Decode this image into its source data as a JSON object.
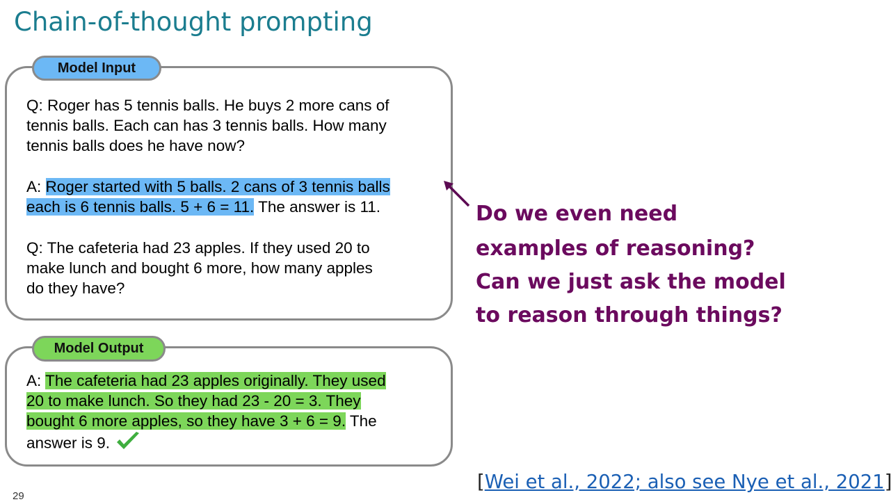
{
  "slide": {
    "title": "Chain-of-thought prompting",
    "page_number": "29"
  },
  "model_input": {
    "label": "Model Input",
    "q1_lines": [
      "Q: Roger has 5 tennis balls. He buys 2 more cans of",
      "tennis balls. Each can has 3 tennis balls. How many",
      "tennis balls does he have now?"
    ],
    "a1_prefix": "A: ",
    "a1_highlight_line1": "Roger started with 5 balls. 2 cans of 3 tennis balls",
    "a1_highlight_line2": "each is 6 tennis balls. 5 + 6 = 11.",
    "a1_suffix": " The answer is 11.",
    "q2_lines": [
      "Q: The cafeteria had 23 apples. If they used 20 to",
      "make lunch and bought 6 more, how many apples",
      "do they have?"
    ]
  },
  "model_output": {
    "label": "Model Output",
    "prefix": "A: ",
    "highlight_line1": "The cafeteria had 23 apples originally. They used ",
    "highlight_line2": "20 to make lunch. So they had 23 - 20 = 3. They",
    "highlight_line3": "bought 6 more apples, so they have 3 + 6 = 9.",
    "suffix_line3": " The",
    "line4": "answer is 9.",
    "check_icon": "checkmark-icon"
  },
  "question": {
    "lines": [
      "Do we even need",
      "examples of reasoning?",
      "Can we just ask the model",
      "to reason through things?"
    ]
  },
  "citation": {
    "open_bracket": "[",
    "link_text": "Wei et al., 2022; also see Nye et al., 2021",
    "close_bracket": "]"
  },
  "colors": {
    "title": "#1b7d8f",
    "input_highlight": "#6cb8f5",
    "output_highlight": "#7dd65a",
    "question": "#6b0a5e",
    "arrow": "#5c0a52",
    "check": "#3fae3f"
  }
}
